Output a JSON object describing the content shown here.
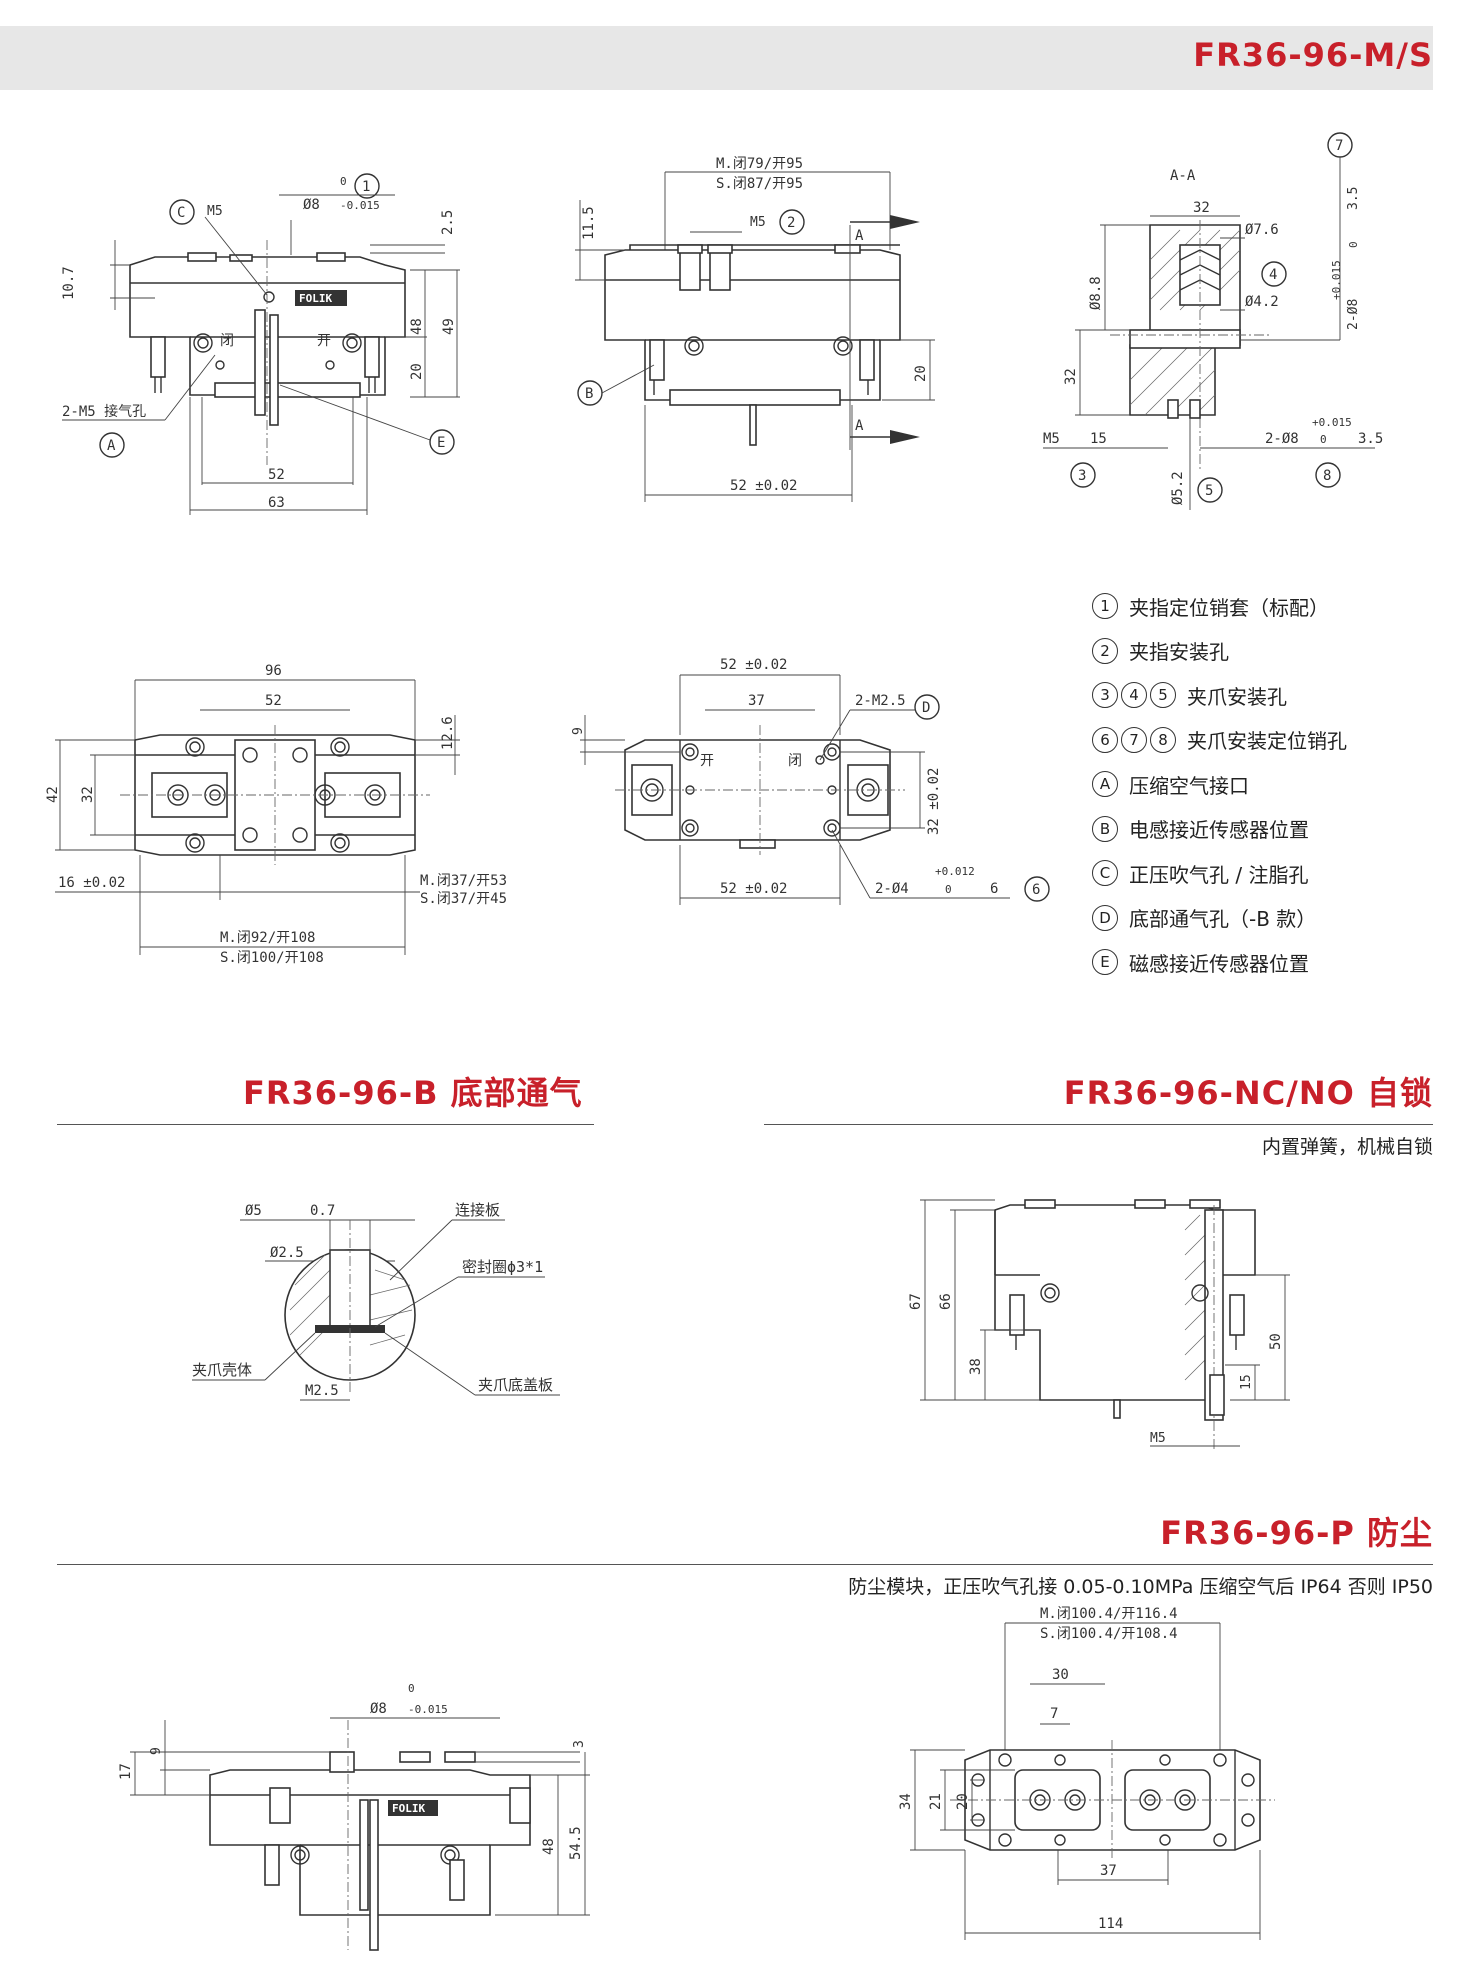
{
  "header": {
    "model": "FR36-96-M/S"
  },
  "sections": [
    {
      "title": "FR36-96-B 底部通气",
      "note": ""
    },
    {
      "title": "FR36-96-NC/NO 自锁",
      "note": "内置弹簧，机械自锁"
    },
    {
      "title": "FR36-96-P 防尘",
      "note": "防尘模块，正压吹气孔接 0.05-0.10MPa 压缩空气后 IP64 否则 IP50"
    }
  ],
  "legend": [
    {
      "marks": [
        "1"
      ],
      "text": "夹指定位销套（标配）"
    },
    {
      "marks": [
        "2"
      ],
      "text": "夹指安装孔"
    },
    {
      "marks": [
        "3",
        "4",
        "5"
      ],
      "text": "夹爪安装孔"
    },
    {
      "marks": [
        "6",
        "7",
        "8"
      ],
      "text": "夹爪安装定位销孔"
    },
    {
      "marks": [
        "A"
      ],
      "text": "压缩空气接口"
    },
    {
      "marks": [
        "B"
      ],
      "text": "电感接近传感器位置"
    },
    {
      "marks": [
        "C"
      ],
      "text": "正压吹气孔 / 注脂孔"
    },
    {
      "marks": [
        "D"
      ],
      "text": "底部通气孔（-B 款）"
    },
    {
      "marks": [
        "E"
      ],
      "text": "磁感接近传感器位置"
    }
  ],
  "drawings": {
    "front": {
      "dims": [
        "Ø8",
        "0",
        "-0.015",
        "2.5",
        "10.7",
        "48",
        "49",
        "20",
        "52",
        "63"
      ],
      "labels": [
        "M5",
        "2-M5 接气孔",
        "闭",
        "开",
        "FOLIK"
      ],
      "callouts": [
        "1",
        "C",
        "A",
        "E"
      ]
    },
    "side": {
      "dims": [
        "M.闭79/开95",
        "S.闭87/开95",
        "11.5",
        "M5",
        "20",
        "52 ±0.02"
      ],
      "labels": [
        "A"
      ],
      "callouts": [
        "2",
        "B"
      ]
    },
    "section": {
      "dims": [
        "A-A",
        "32",
        "Ø7.6",
        "Ø4.2",
        "Ø8.8",
        "32",
        "M5",
        "15",
        "2-Ø8",
        "+0.015",
        "0",
        "3.5",
        "Ø5.2",
        "2-Ø8",
        "+0.015",
        "0",
        "3.5"
      ],
      "callouts": [
        "7",
        "4",
        "3",
        "5",
        "8"
      ]
    },
    "top": {
      "dims": [
        "96",
        "52",
        "12.6",
        "42",
        "32",
        "16 ±0.02",
        "M.闭37/开53",
        "S.闭37/开45",
        "M.闭92/开108",
        "S.闭100/开108"
      ]
    },
    "bottom": {
      "dims": [
        "52 ±0.02",
        "37",
        "9",
        "2-M2.5",
        "32 ±0.02",
        "52 ±0.02",
        "2-Ø4",
        "+0.012",
        "0",
        "6"
      ],
      "labels": [
        "开",
        "闭"
      ],
      "callouts": [
        "D",
        "6"
      ]
    },
    "vent": {
      "dims": [
        "Ø5",
        "0.7",
        "Ø2.5",
        "M2.5"
      ],
      "labels": [
        "连接板",
        "密封圈ϕ3*1",
        "夹爪壳体",
        "夹爪底盖板"
      ]
    },
    "lock": {
      "dims": [
        "67",
        "66",
        "38",
        "50",
        "15",
        "M5"
      ]
    },
    "dust_front": {
      "dims": [
        "17",
        "9",
        "Ø8",
        "0",
        "-0.015",
        "3",
        "48",
        "54.5"
      ],
      "labels": [
        "FOLIK"
      ]
    },
    "dust_top": {
      "dims": [
        "M.闭100.4/开116.4",
        "S.闭100.4/开108.4",
        "30",
        "7",
        "34",
        "21",
        "20",
        "37",
        "114"
      ]
    }
  },
  "colors": {
    "accent": "#c8202a",
    "band": "#e7e7e7",
    "line": "#333333"
  }
}
